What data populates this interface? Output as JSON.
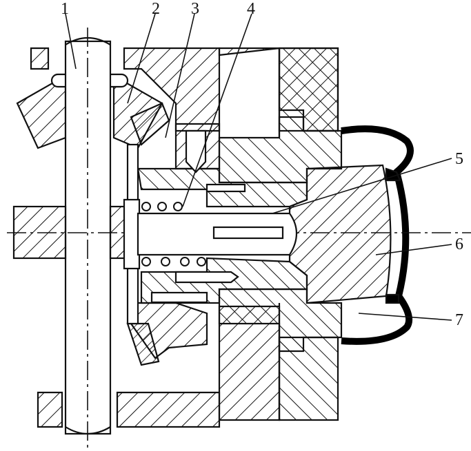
{
  "labels": {
    "n1": "1",
    "n2": "2",
    "n3": "3",
    "n4": "4",
    "n5": "5",
    "n6": "6",
    "n7": "7"
  },
  "colors": {
    "ink": "#111111",
    "paper": "#ffffff"
  }
}
